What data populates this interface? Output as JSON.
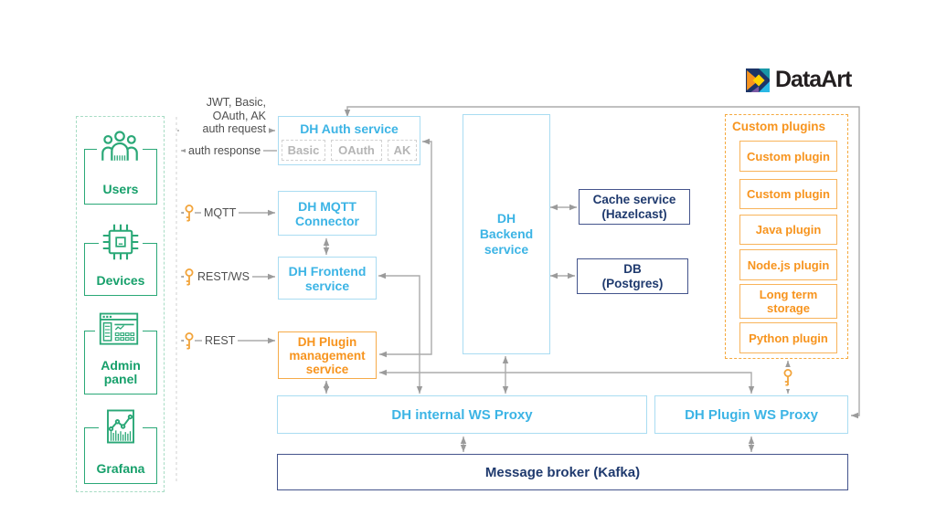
{
  "logo": {
    "text": "DataArt",
    "icon": "dataart-logo-icon"
  },
  "sidebar": {
    "items": [
      {
        "label": "Users",
        "icon": "users-icon"
      },
      {
        "label": "Devices",
        "icon": "chip-icon"
      },
      {
        "label": "Admin panel",
        "icon": "admin-panel-icon"
      },
      {
        "label": "Grafana",
        "icon": "grafana-icon"
      }
    ]
  },
  "edge_labels": {
    "auth_request_lines": [
      "JWT, Basic,",
      "OAuth, AK",
      "auth request"
    ],
    "auth_response": "auth response",
    "mqtt": "MQTT",
    "rest_ws": "REST/WS",
    "rest": "REST",
    "key_icon": "key-icon"
  },
  "services": {
    "auth": {
      "title": "DH Auth service",
      "modules": [
        "Basic",
        "OAuth",
        "AK"
      ]
    },
    "mqtt_connector": {
      "lines": [
        "DH MQTT",
        "Connector"
      ]
    },
    "frontend": {
      "lines": [
        "DH Frontend",
        "service"
      ]
    },
    "plugin_management": {
      "lines": [
        "DH Plugin",
        "management",
        "service"
      ]
    },
    "backend": {
      "lines": [
        "DH",
        "Backend",
        "service"
      ]
    },
    "cache": {
      "lines": [
        "Cache service",
        "(Hazelcast)"
      ]
    },
    "db": {
      "lines": [
        "DB",
        "(Postgres)"
      ]
    },
    "internal_ws_proxy": {
      "label": "DH internal WS Proxy"
    },
    "plugin_ws_proxy": {
      "label": "DH Plugin WS Proxy"
    },
    "message_broker": {
      "label": "Message broker (Kafka)"
    }
  },
  "custom_plugins": {
    "title": "Custom plugins",
    "items": [
      "Custom plugin",
      "Custom plugin",
      "Java plugin",
      "Node.js plugin",
      "Long term storage",
      "Python plugin"
    ]
  },
  "connections": [
    "users/devices -> DH Auth service : auth request (JWT, Basic, OAuth, AK)",
    "DH Auth service -> users/devices : auth response",
    "devices <-> DH MQTT Connector : MQTT (keyed)",
    "clients <-> DH Frontend service : REST/WS (keyed)",
    "clients <-> DH Plugin management service : REST (keyed)",
    "DH MQTT Connector <-> DH Frontend service",
    "DH Frontend service <-> DH internal WS Proxy",
    "DH Auth service <-> DH Plugin management service",
    "DH Plugin management service <-> DH internal WS Proxy",
    "DH Plugin management service <-> DH Plugin WS Proxy",
    "DH Backend service <-> Cache service (Hazelcast)",
    "DH Backend service <-> DB (Postgres)",
    "DH Backend service <-> DH internal WS Proxy",
    "Custom plugins <-> DH Plugin WS Proxy : keyed",
    "DH Auth service <-> DH Plugin WS Proxy",
    "DH internal WS Proxy <-> Message broker (Kafka)",
    "DH Plugin WS Proxy <-> Message broker (Kafka)"
  ],
  "colors": {
    "accent_blue": "#3cb4e5",
    "box_blue_border": "#a9dcf2",
    "accent_orange": "#f7941e",
    "navy_text": "#1f3a6e",
    "navy_border": "#44548c",
    "green": "#2aa877",
    "arrow_gray": "#a6a6a6",
    "muted_gray": "#b5b5b5",
    "logo_navy": "#1c3467"
  }
}
